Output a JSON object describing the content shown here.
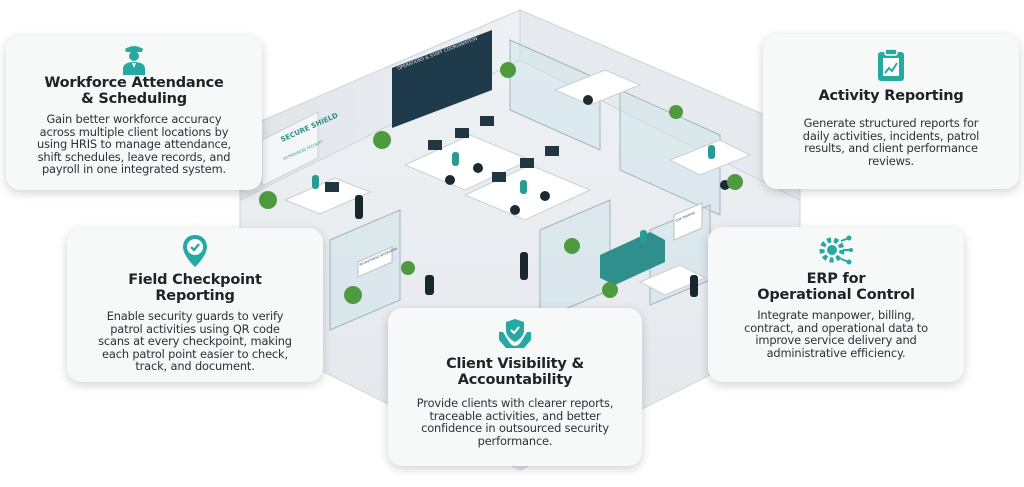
{
  "scene": {
    "sign_title": "SECURE SHIELD",
    "sign_subtitle": "OUTSOURCED SECURITY",
    "screen_title": "OPERATIONS & STAFF COORDINATION",
    "room_sign": "RECRUITMENT INTERVIEWS",
    "lounge_sign": "OUR PROMISE"
  },
  "cards": {
    "workforce": {
      "title_line1": "Workforce Attendance",
      "title_line2": "& Scheduling",
      "lines": [
        "Gain better workforce accuracy",
        "across multiple client locations by",
        "using HRIS to manage attendance,",
        "shift schedules, leave records, and",
        "payroll in one integrated system."
      ],
      "icon": "guard-icon"
    },
    "activity": {
      "title": "Activity Reporting",
      "lines": [
        "Generate structured reports for",
        "daily activities, incidents, patrol",
        "results, and client performance",
        "reviews."
      ],
      "icon": "clipboard-chart-icon"
    },
    "checkpoint": {
      "title_line1": "Field Checkpoint",
      "title_line2": "Reporting",
      "lines": [
        "Enable security guards to verify",
        "patrol activities using QR code",
        "scans at every checkpoint, making",
        "each patrol point easier to check,",
        "track, and document."
      ],
      "icon": "location-check-icon"
    },
    "erp": {
      "title_line1": "ERP for",
      "title_line2": "Operational Control",
      "lines": [
        "Integrate manpower, billing,",
        "contract, and operational data to",
        "improve service delivery and",
        "administrative efficiency."
      ],
      "icon": "gear-network-icon"
    },
    "client": {
      "title_line1": "Client Visibility &",
      "title_line2": "Accountability",
      "lines": [
        "Provide clients with clearer reports,",
        "traceable activities, and better",
        "confidence in outsourced security",
        "performance."
      ],
      "icon": "shield-hands-icon"
    }
  },
  "colors": {
    "accent": "#27a9a3",
    "title": "#1d2326",
    "body": "#2b3235",
    "card_bg": "#f7f8f8"
  }
}
